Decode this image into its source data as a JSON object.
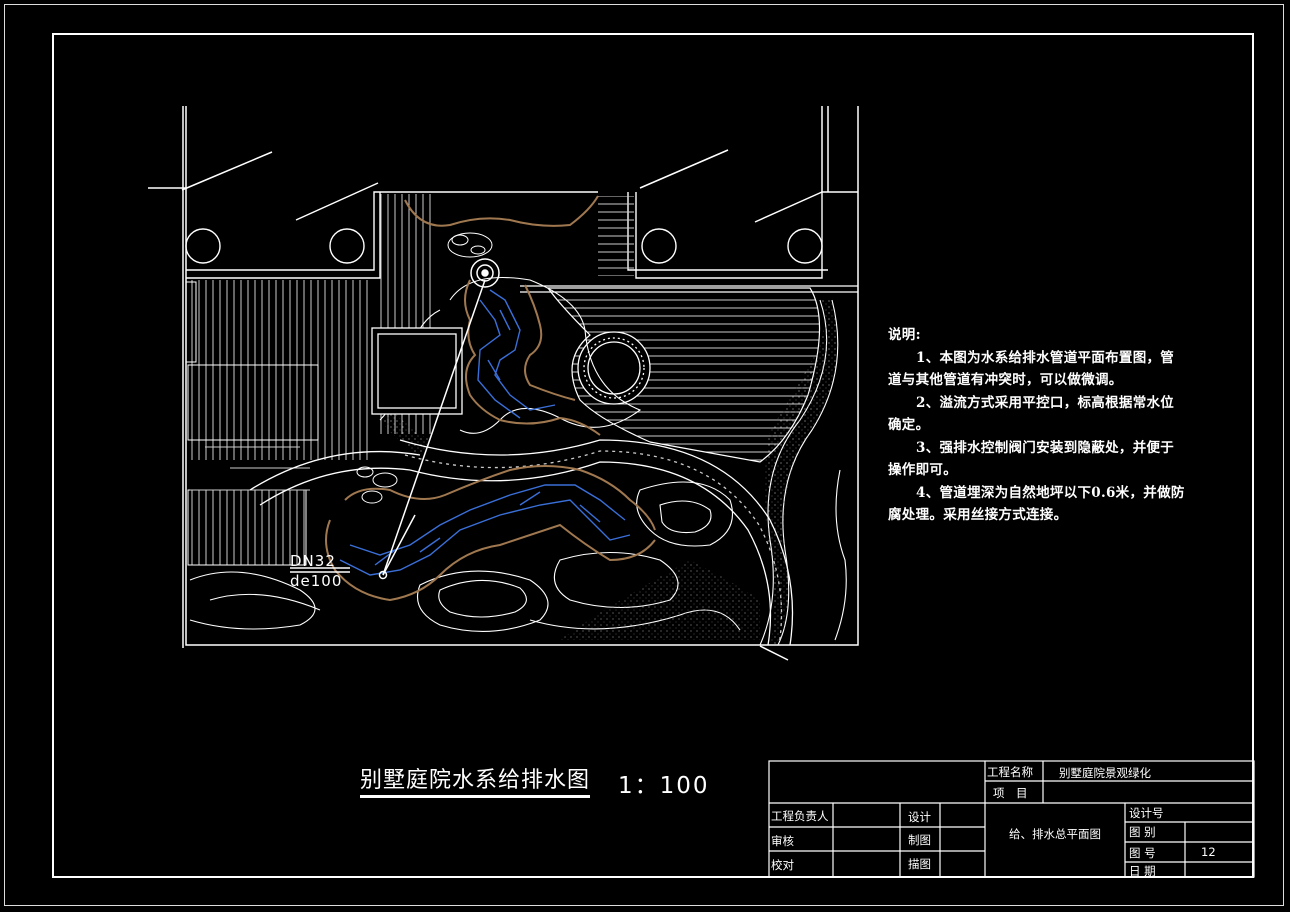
{
  "notes": {
    "heading": "说明:",
    "items": [
      "1、本图为水系给排水管道平面布置图，管",
      "道与其他管道有冲突时，可以做微调。",
      "2、溢流方式采用平控口，标高根据常水位",
      "确定。",
      "3、强排水控制阀门安装到隐蔽处，并便于",
      "操作即可。",
      "4、管道埋深为自然地坪以下0.6米，并做防",
      "腐处理。采用丝接方式连接。"
    ]
  },
  "drawing": {
    "title": "别墅庭院水系给排水图",
    "scale": "1：100",
    "pipe_label_1": "DN32",
    "pipe_label_2": "de100"
  },
  "titleblock": {
    "project_name_label": "工程名称",
    "project_name_value": "别墅庭院景观绿化",
    "item_label": "项　目",
    "engineer_label": "工程负责人",
    "design_label": "设计",
    "review_label": "审核",
    "drafting_label": "制图",
    "check_label": "校对",
    "tracing_label": "描图",
    "sheet_title": "给、排水总平面图",
    "design_no_label": "设计号",
    "category_label": "图 别",
    "drawing_no_label": "图 号",
    "drawing_no_value": "12",
    "date_label": "日 期"
  },
  "colors": {
    "background": "#000000",
    "linework": "#ffffff",
    "rock": "#a07850",
    "water": "#3a6fd8"
  }
}
